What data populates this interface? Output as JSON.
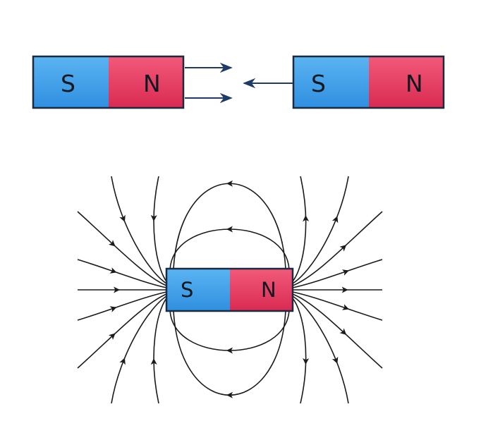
{
  "colors": {
    "south_pole": "#3f9fe8",
    "north_pole": "#e8395f",
    "outline": "#1a2a40",
    "top_arrow": "#1f3a66",
    "field_line": "#1a1a1a"
  },
  "top_row": {
    "left_magnet": {
      "left_pole": "S",
      "right_pole": "N"
    },
    "right_magnet": {
      "left_pole": "S",
      "right_pole": "N"
    }
  },
  "field_diagram": {
    "magnet": {
      "left_pole": "S",
      "right_pole": "N"
    }
  }
}
